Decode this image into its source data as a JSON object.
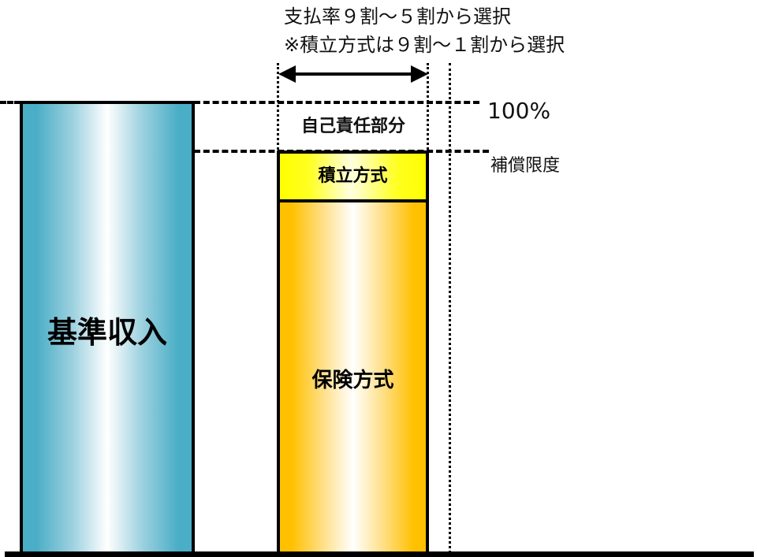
{
  "header": {
    "note_line1": "支払率９割～５割から選択",
    "note_line2": "※積立方式は９割～１割から選択"
  },
  "levels": {
    "top_label": "100%",
    "limit_label": "補償限度"
  },
  "bars": {
    "base_income": {
      "label": "基準収入",
      "color": "#4aaec6"
    },
    "self_responsibility": {
      "label": "自己責任部分"
    },
    "reserve": {
      "label": "積立方式",
      "color": "#ffff00"
    },
    "insurance": {
      "label": "保険方式",
      "color": "#ffc000"
    }
  },
  "icons": {
    "range_arrow": "double-headed-arrow"
  }
}
